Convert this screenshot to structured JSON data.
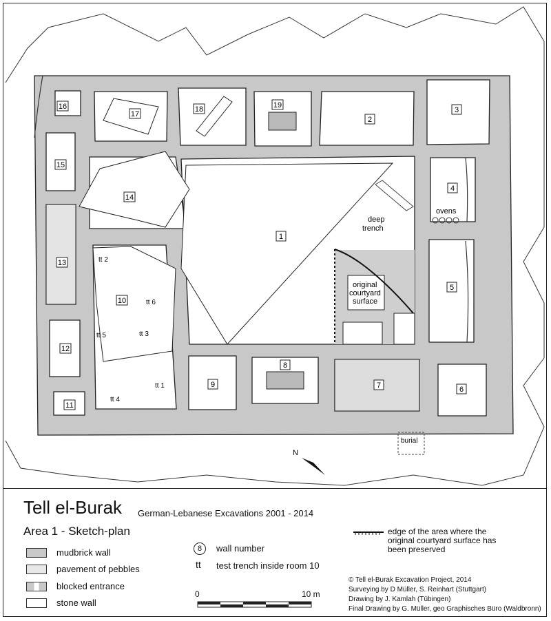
{
  "title": "Tell el-Burak",
  "subtitle": "German-Lebanese Excavations 2001 - 2014",
  "area_title": "Area 1 - Sketch-plan",
  "legend": {
    "mudbrick": "mudbrick wall",
    "pebbles": "pavement of pebbles",
    "blocked": "blocked entrance",
    "stone": "stone wall",
    "wall_number": "wall number",
    "wall_symbol": "8",
    "tt_symbol": "tt",
    "tt_text": "test trench inside room 10",
    "edge_text_1": "edge of the area where the",
    "edge_text_2": "original courtyard surface has",
    "edge_text_3": "been preserved"
  },
  "scale": {
    "zero": "0",
    "ten": "10 m"
  },
  "credits": [
    "© Tell el-Burak Excavation Project, 2014",
    "Surveying by D Müller, S. Reinhart  (Stuttgart)",
    "Drawing by J. Kamlah (Tübingen)",
    "Final Drawing by G. Müller, geo Graphisches Büro (Waldbronn)"
  ],
  "colors": {
    "mudbrick": "#c8c8c8",
    "pebbles": "#e4e4e4",
    "line": "#222222"
  },
  "rooms": [
    "1",
    "2",
    "3",
    "4",
    "5",
    "6",
    "7",
    "8",
    "9",
    "10",
    "11",
    "12",
    "13",
    "14",
    "15",
    "16",
    "17",
    "18",
    "19"
  ],
  "trenches": [
    "tt 1",
    "tt 2",
    "tt 3",
    "tt 4",
    "tt 5",
    "tt 6"
  ],
  "map_labels": {
    "ovens": "ovens",
    "deep_trench_1": "deep",
    "deep_trench_2": "trench",
    "courtyard_1": "original",
    "courtyard_2": "courtyard",
    "courtyard_3": "surface",
    "burial": "burial"
  }
}
